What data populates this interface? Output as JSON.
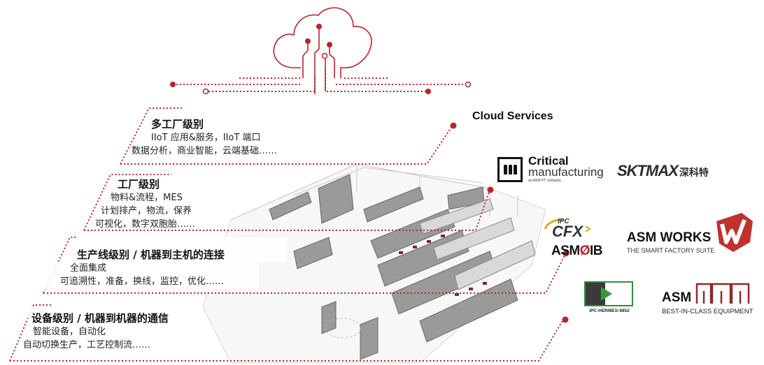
{
  "cloud_services_label": "Cloud Services",
  "levels": [
    {
      "title": "多工厂级别",
      "lines": [
        "IIoT 应用&服务，IIoT 端口",
        "数据分析，商业智能，云端基础……"
      ]
    },
    {
      "title": "工厂级别",
      "lines": [
        "物料&流程，MES",
        "计划排产，物流，保养",
        "可视化，数字双胞胎……"
      ]
    },
    {
      "title": "生产线级别 / 机器到主机的连接",
      "lines": [
        "全面集成",
        "可追溯性，准备，换线，监控，优化……"
      ]
    },
    {
      "title": "设备级别 / 机器到机器的通信",
      "lines": [
        "智能设备，自动化",
        "自动切换生产，工艺控制流……"
      ]
    }
  ],
  "logos": {
    "critical_manufacturing": {
      "line1": "Critical",
      "line2": "manufacturing",
      "line3": "an ASM PT company"
    },
    "sktmax": {
      "name": "SKTMAX",
      "cn": "深科特"
    },
    "ipc_cfx": {
      "top": "IPC",
      "main": "CFX"
    },
    "asm_oib": {
      "prefix": "ASM",
      "o": "Ø",
      "suffix": "IB"
    },
    "asm_works": {
      "title": "ASM WORKS",
      "subtitle": "THE SMART FACTORY SUITE"
    },
    "ipc_hermes": {
      "caption": "IPC-HERMES-9852"
    },
    "asm_equipment": {
      "title": "ASM",
      "subtitle": "BEST-IN-CLASS EQUIPMENT"
    }
  },
  "colors": {
    "accent": "#b5262a",
    "text": "#111111"
  }
}
